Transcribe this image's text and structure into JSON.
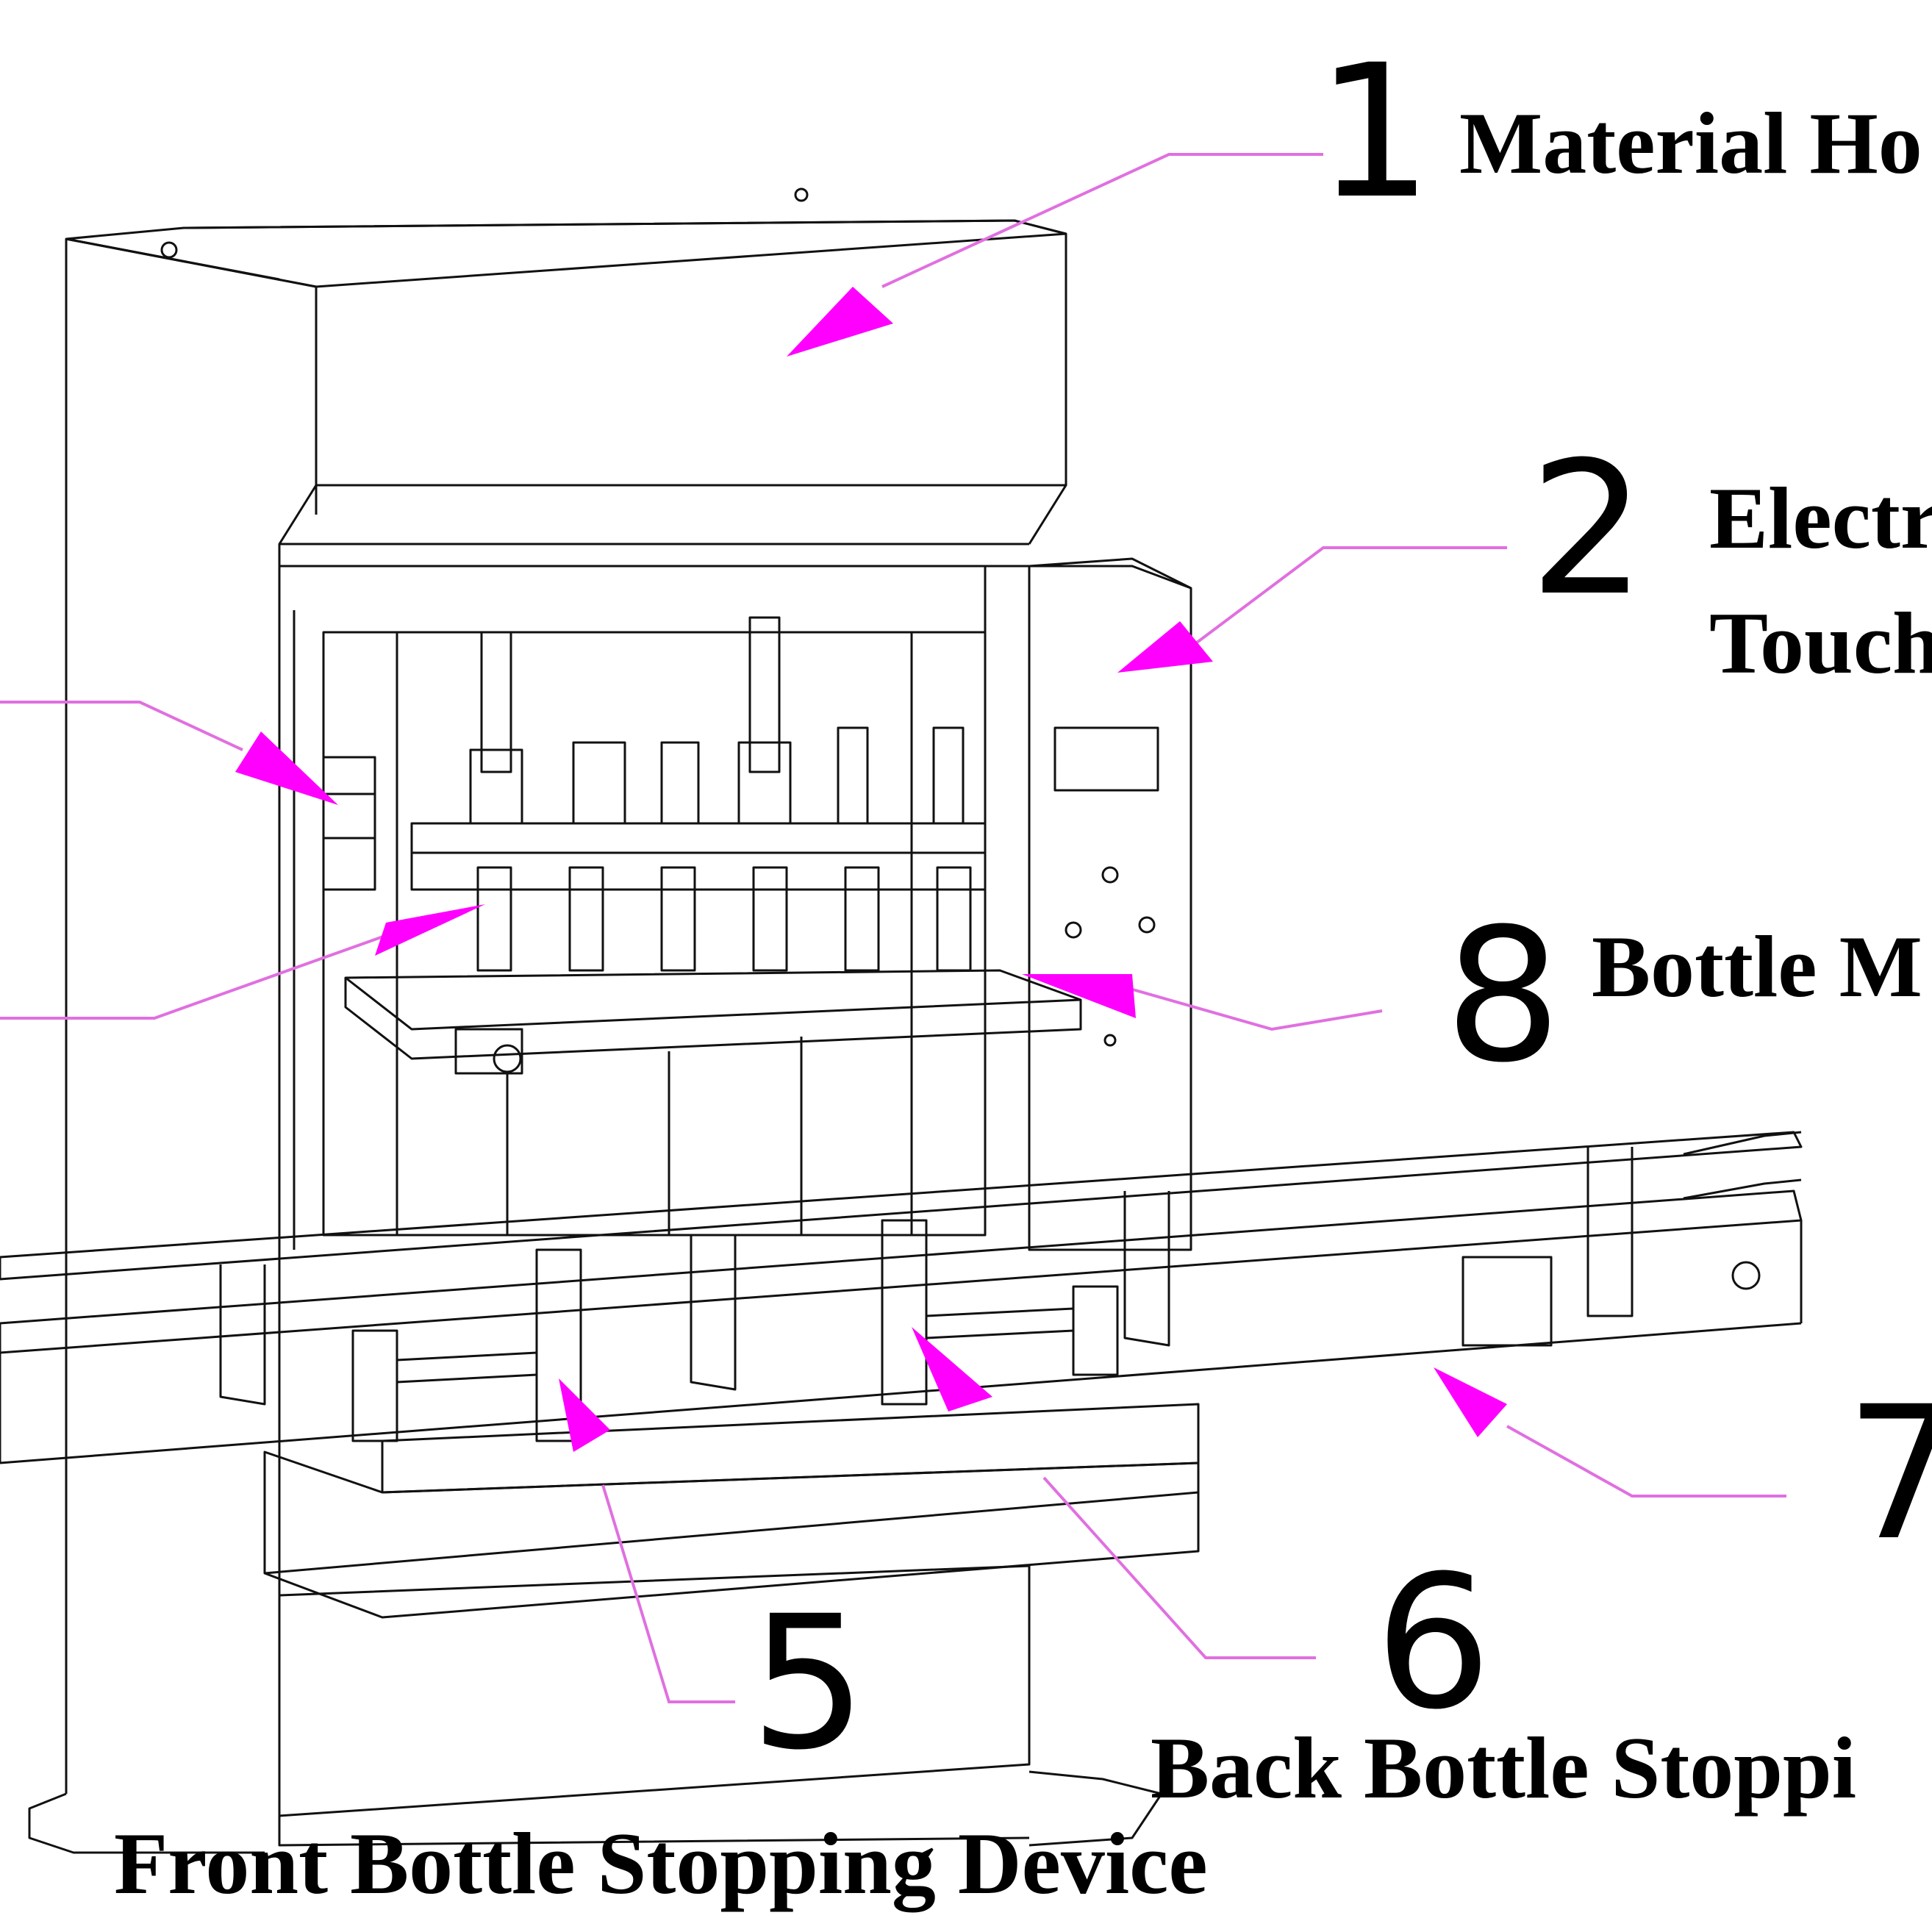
{
  "callouts": [
    {
      "id": "1",
      "number": "1",
      "label": "Material Ho"
    },
    {
      "id": "2",
      "number": "2",
      "label_line1": "Electr",
      "label_line2": "Touch"
    },
    {
      "id": "8",
      "number": "8",
      "label": "Bottle M"
    },
    {
      "id": "7",
      "number": "7"
    },
    {
      "id": "6",
      "number": "6",
      "label": "Back Bottle Stoppi"
    },
    {
      "id": "5",
      "number": "5",
      "label": "Front Bottle Stopping Device"
    }
  ],
  "colors": {
    "line": "#111111",
    "leader": "#ff00ff",
    "leader_line": "#e070e0",
    "background": "#ffffff"
  }
}
